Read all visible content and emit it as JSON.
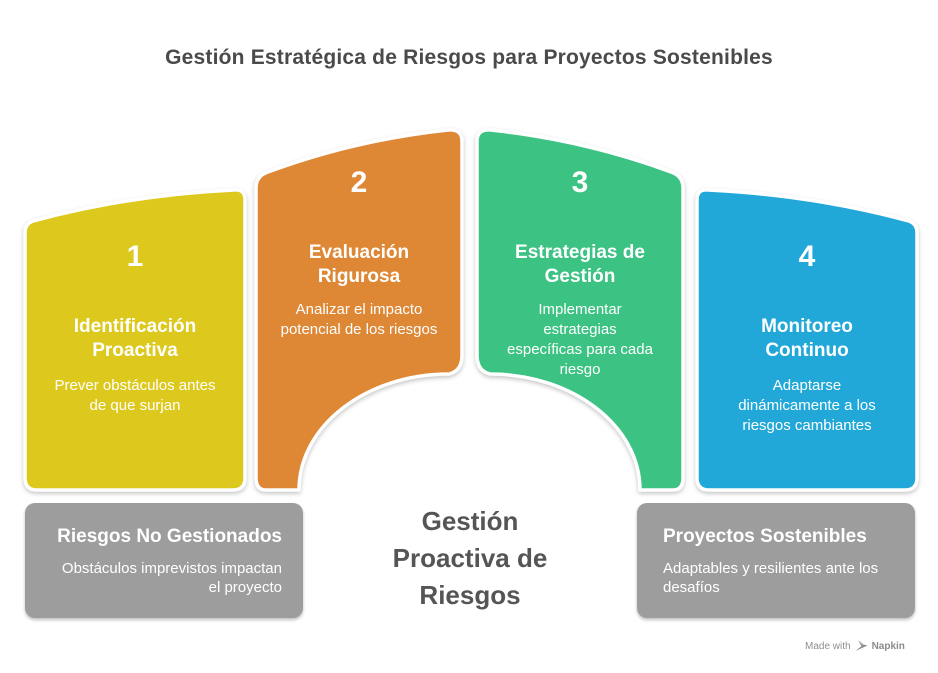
{
  "title": {
    "text": "Gestión Estratégica de Riesgos para Proyectos Sostenibles",
    "color": "#4a4a4a"
  },
  "steps": [
    {
      "number": "1",
      "heading": "Identificación Proactiva",
      "body": "Prever obstáculos antes de que surjan",
      "color": "#ddc81d"
    },
    {
      "number": "2",
      "heading": "Evaluación Rigurosa",
      "body": "Analizar el impacto potencial de los riesgos",
      "color": "#de8735"
    },
    {
      "number": "3",
      "heading": "Estrategias de Gestión",
      "body": "Implementar estrategias específicas para cada riesgo",
      "color": "#3cc283"
    },
    {
      "number": "4",
      "heading": "Monitoreo Continuo",
      "body": "Adaptarse dinámicamente a los riesgos cambiantes",
      "color": "#21a8d8"
    }
  ],
  "outcome_boxes": {
    "left": {
      "title": "Riesgos No Gestionados",
      "body": "Obstáculos imprevistos impactan el proyecto",
      "color": "#9d9d9d"
    },
    "right": {
      "title": "Proyectos Sostenibles",
      "body": "Adaptables y resilientes ante los desafíos",
      "color": "#9d9d9d"
    }
  },
  "center_label": {
    "text": "Gestión Proactiva de Riesgos",
    "color": "#555555"
  },
  "footer": {
    "made_with": "Made with",
    "brand": "Napkin"
  }
}
